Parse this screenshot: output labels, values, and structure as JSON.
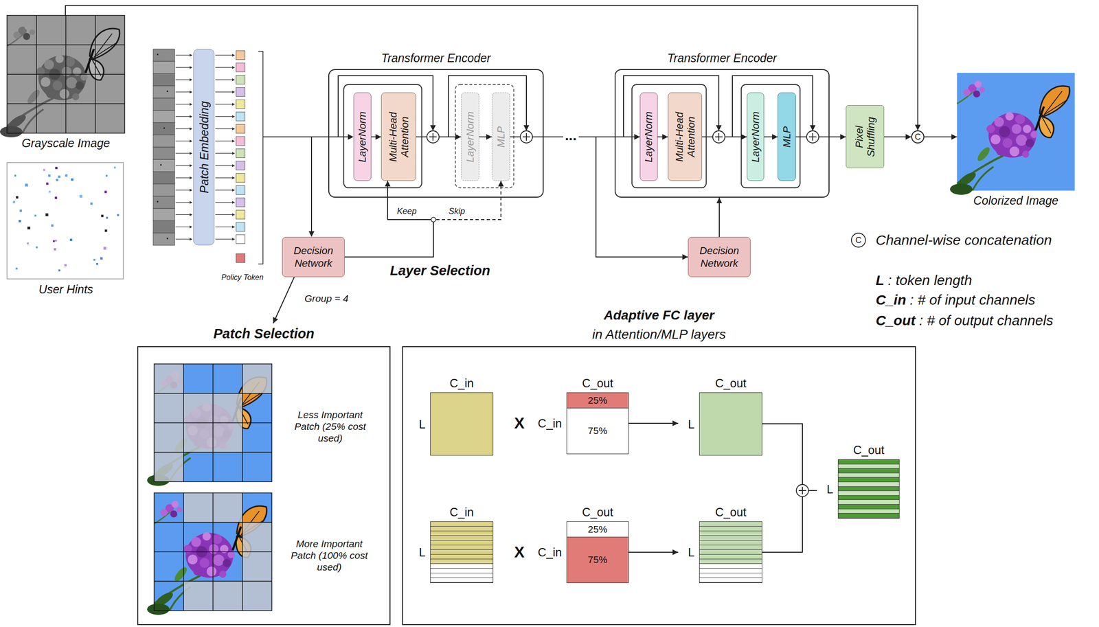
{
  "diagram": {
    "nodes": [
      {
        "text": [
          "Grayscale Image"
        ]
      },
      {
        "text": [
          "User Hints"
        ]
      },
      {
        "text": [
          "Patch Embedding"
        ]
      },
      {
        "text": [
          "Transformer Encoder"
        ]
      },
      {
        "text": [
          "LayerNorm"
        ],
        "in": 3
      },
      {
        "text": [
          "Multi-Head Attention"
        ],
        "in": 3
      },
      {
        "text": [
          "LayerNorm"
        ],
        "in": 3
      },
      {
        "text": [
          "MLP"
        ],
        "in": 3
      },
      {
        "text": [
          "Transformer Encoder"
        ]
      },
      {
        "text": [
          "LayerNorm"
        ],
        "in": 8
      },
      {
        "text": [
          "Multi-Head Attention"
        ],
        "in": 8
      },
      {
        "text": [
          "LayerNorm"
        ],
        "in": 8
      },
      {
        "text": [
          "MLP"
        ],
        "in": 8
      },
      {
        "text": [
          "Pixel Shuffling"
        ]
      },
      {
        "text": [
          "C"
        ]
      },
      {
        "text": [
          "Colorized Image"
        ]
      },
      {
        "text": [
          "Decision Network"
        ]
      },
      {
        "text": [
          "Decision Network"
        ]
      },
      {
        "text": [
          "Patch Selection"
        ]
      },
      {
        "text": [
          "Adaptive FC layer",
          "in Attention/MLP layers"
        ]
      },
      {
        "text": [
          "C_in",
          "L"
        ],
        "in": 19
      },
      {
        "text": [
          "C_out",
          "C_in",
          "25%",
          "75%"
        ],
        "in": 19
      },
      {
        "text": [
          "C_out",
          "L"
        ],
        "in": 19
      },
      {
        "text": [
          "C_in",
          "L"
        ],
        "in": 19
      },
      {
        "text": [
          "C_out",
          "C_in",
          "25%",
          "75%"
        ],
        "in": 19
      },
      {
        "text": [
          "C_out",
          "L"
        ],
        "in": 19
      },
      {
        "text": [
          "C_out",
          "L"
        ],
        "in": 19
      }
    ],
    "edges": [
      {
        "from": 0,
        "to": 14,
        "arrow": "to"
      },
      {
        "from": 4,
        "to": 5,
        "arrow": "to"
      },
      {
        "from": 5,
        "to": 6,
        "arrow": "to"
      },
      {
        "from": 6,
        "to": 7,
        "arrow": "to"
      },
      {
        "from": 7,
        "to": 9,
        "arrow": "to"
      },
      {
        "from": 9,
        "to": 10,
        "arrow": "to"
      },
      {
        "from": 10,
        "to": 11,
        "arrow": "to"
      },
      {
        "from": 11,
        "to": 12,
        "arrow": "to"
      },
      {
        "from": 12,
        "to": 13,
        "arrow": "to"
      },
      {
        "from": 13,
        "to": 14,
        "arrow": "to"
      },
      {
        "from": 14,
        "to": 15,
        "arrow": "to"
      },
      {
        "from": 3,
        "to": 17,
        "arrow": "to"
      },
      {
        "from": 17,
        "to": 8,
        "arrow": "to"
      },
      {
        "from": 16,
        "to": 5,
        "label": "Keep",
        "arrow": "to"
      },
      {
        "from": 16,
        "to": 7,
        "label": "Skip",
        "arrow": "to"
      },
      {
        "from": 16,
        "to": 18,
        "label": "Group = 4",
        "arrow": "to"
      },
      {
        "from": 21,
        "to": 22,
        "arrow": "to"
      },
      {
        "from": 24,
        "to": 25,
        "arrow": "to"
      },
      {
        "from": 22,
        "to": 26,
        "arrow": "none"
      },
      {
        "from": 25,
        "to": 26,
        "arrow": "none"
      }
    ],
    "labels": [
      "Policy Token",
      "...",
      "Layer Selection",
      "Less Important Patch (25% cost used)",
      "More Important Patch (100% cost used)",
      "X",
      "X",
      "C",
      "L",
      ": token length",
      "C_in",
      ": # of input channels",
      "C_out",
      ": # of output channels"
    ],
    "legend": [
      {
        "text": "Channel-wise concatenation"
      }
    ]
  }
}
